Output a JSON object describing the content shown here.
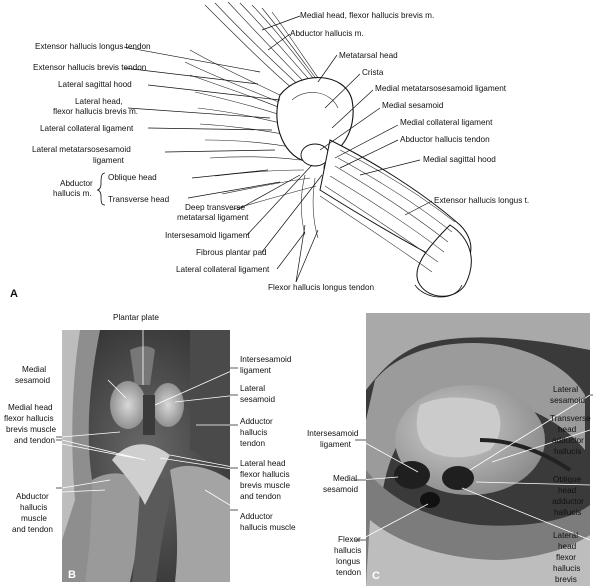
{
  "panels": {
    "a": {
      "letter": "A",
      "labels": {
        "medial_head_fhb": "Medial head, flexor hallucis brevis m.",
        "abductor_hallucis_m": "Abductor hallucis m.",
        "ehl_tendon": "Extensor hallucis longus tendon",
        "ehb_tendon": "Extensor hallucis brevis tendon",
        "metatarsal_head": "Metatarsal head",
        "lateral_sagittal_hood": "Lateral sagittal hood",
        "crista": "Crista",
        "medial_mts_ligament": "Medial metatarsosesamoid ligament",
        "lateral_head_fhb_1": "Lateral head,",
        "lateral_head_fhb_2": "flexor hallucis brevis m.",
        "medial_sesamoid": "Medial sesamoid",
        "lateral_collateral_ligament_top": "Lateral collateral ligament",
        "medial_collateral_ligament": "Medial collateral ligament",
        "abductor_hallucis_tendon": "Abductor hallucis tendon",
        "lateral_mts_ligament_1": "Lateral metatarsosesamoid",
        "lateral_mts_ligament_2": "ligament",
        "medial_sagittal_hood": "Medial sagittal hood",
        "oblique_head": "Oblique head",
        "abductor_hallucis_1": "Abductor",
        "abductor_hallucis_2": "hallucis m.",
        "transverse_head": "Transverse head",
        "deep_transverse_1": "Deep transverse",
        "deep_transverse_2": "metatarsal ligament",
        "ehl_t": "Extensor hallucis longus t.",
        "intersesamoid_ligament": "Intersesamoid ligament",
        "fibrous_plantar_pad": "Fibrous plantar pad",
        "lateral_collateral_ligament_bottom": "Lateral collateral ligament",
        "fhl_tendon": "Flexor hallucis longus tendon"
      }
    },
    "b": {
      "letter": "B",
      "labels": {
        "plantar_plate": "Plantar plate",
        "medial_sesamoid_1": "Medial",
        "medial_sesamoid_2": "sesamoid",
        "intersesamoid_1": "Intersesamoid",
        "intersesamoid_2": "ligament",
        "lateral_sesamoid_1": "Lateral",
        "lateral_sesamoid_2": "sesamoid",
        "medial_head_1": "Medial head",
        "medial_head_2": "flexor hallucis",
        "medial_head_3": "brevis muscle",
        "medial_head_4": "and tendon",
        "adductor_tendon_1": "Adductor",
        "adductor_tendon_2": "hallucis",
        "adductor_tendon_3": "tendon",
        "lateral_head_1": "Lateral head",
        "lateral_head_2": "flexor hallucis",
        "lateral_head_3": "brevis muscle",
        "lateral_head_4": "and tendon",
        "abductor_1": "Abductor",
        "abductor_2": "hallucis",
        "abductor_3": "muscle",
        "abductor_4": "and tendon",
        "adductor_muscle_1": "Adductor",
        "adductor_muscle_2": "hallucis muscle"
      }
    },
    "c": {
      "letter": "C",
      "labels": {
        "lateral_sesamoid_1": "Lateral",
        "lateral_sesamoid_2": "sesamoid",
        "intersesamoid_1": "Intersesamoid",
        "intersesamoid_2": "ligament",
        "transverse_1": "Transverse",
        "transverse_2": "head",
        "transverse_3": "adductor",
        "transverse_4": "hallucis",
        "medial_sesamoid_1": "Medial",
        "medial_sesamoid_2": "sesamoid",
        "oblique_1": "Oblique",
        "oblique_2": "head",
        "oblique_3": "adductor",
        "oblique_4": "hallucis",
        "fhl_1": "Flexor",
        "fhl_2": "hallucis",
        "fhl_3": "longus",
        "fhl_4": "tendon",
        "lateral_head_1": "Lateral",
        "lateral_head_2": "head",
        "lateral_head_3": "flexor",
        "lateral_head_4": "hallucis",
        "lateral_head_5": "brevis"
      }
    }
  },
  "colors": {
    "ink": "#111111",
    "mri_background": "#2a2a2a"
  }
}
